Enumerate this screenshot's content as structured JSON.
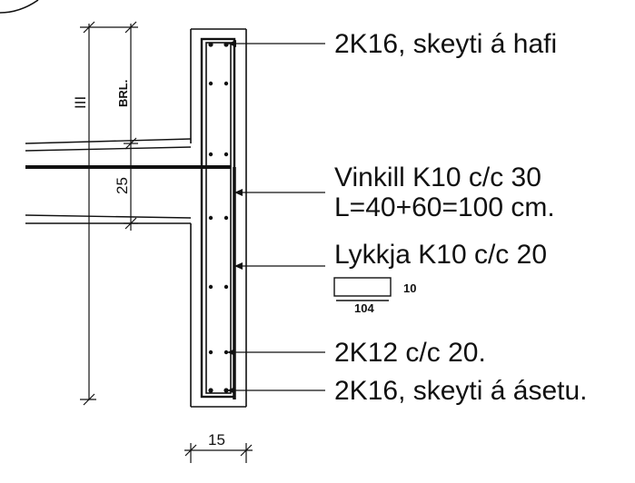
{
  "labels": {
    "top_bars": "2K16, skeyti á hafi",
    "angle_bar": "Vinkill K10 c/c 30",
    "angle_length": "L=40+60=100 cm.",
    "loop": "Lykkja K10 c/c 20",
    "loop_dim_height": "10",
    "loop_dim_length": "104",
    "mid_bars": "2K12 c/c 20.",
    "bottom_bars": "2K16, skeyti á ásetu."
  },
  "dimensions": {
    "slab_thickness": "25",
    "brl": "BRL.",
    "level_mark": "III",
    "wall_width": "15"
  }
}
